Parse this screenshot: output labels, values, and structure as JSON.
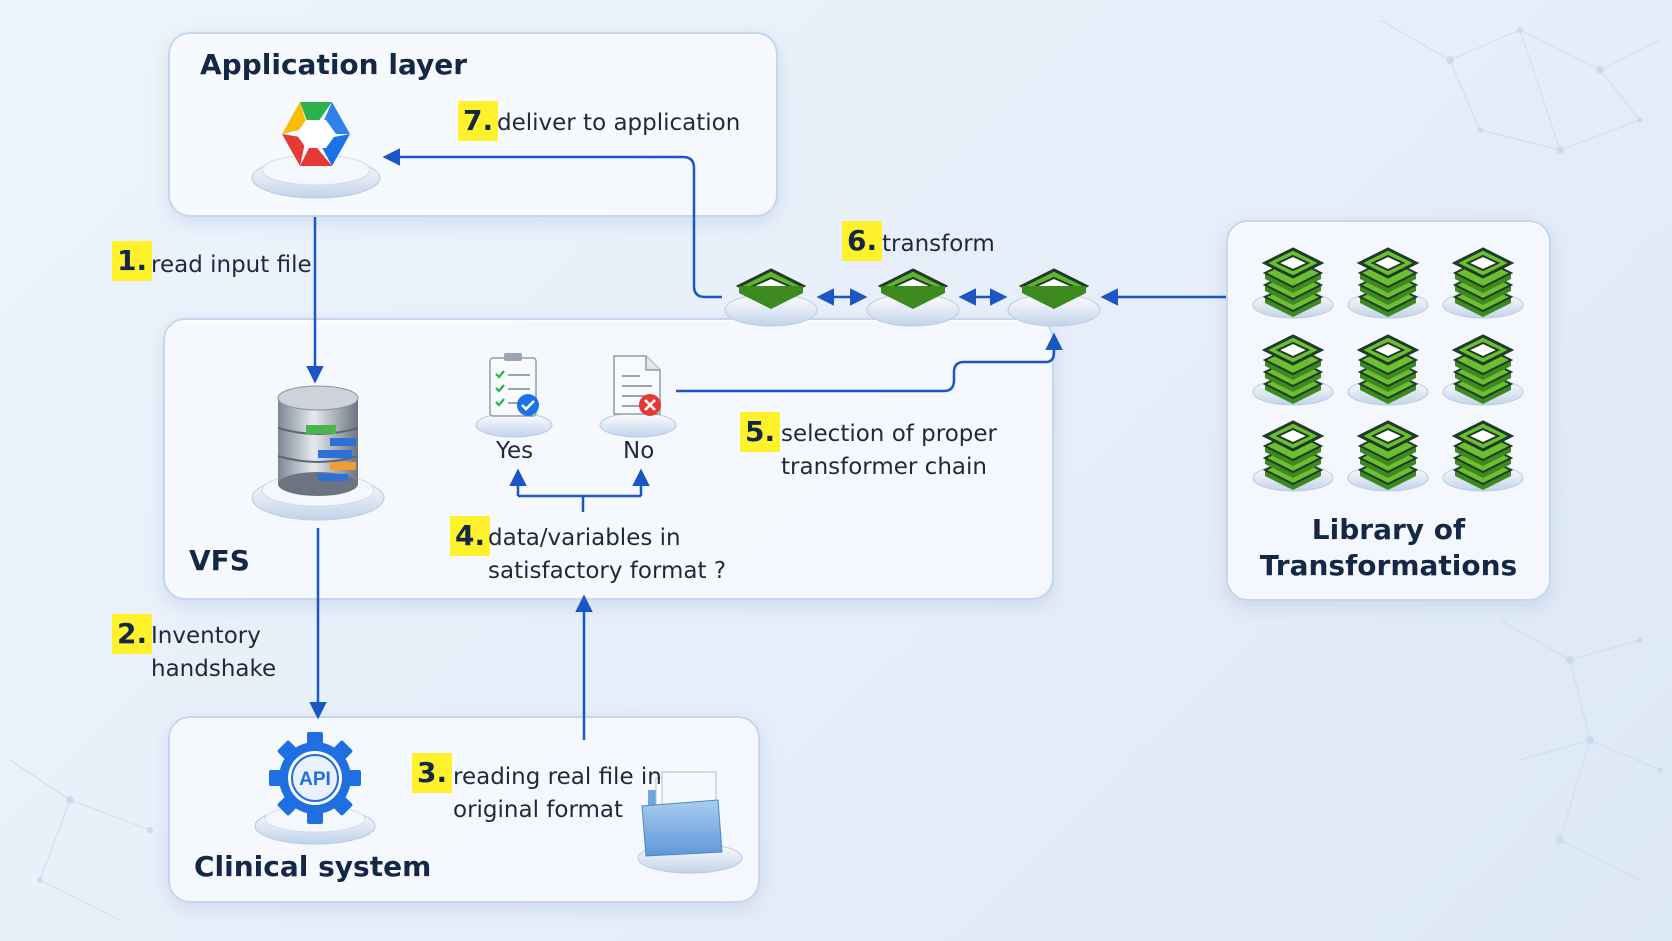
{
  "panels": {
    "application_layer": "Application layer",
    "vfs": "VFS",
    "clinical_system": "Clinical system",
    "library_line1": "Library of",
    "library_line2": "Transformations"
  },
  "steps": [
    {
      "num": "1.",
      "text": "read input file"
    },
    {
      "num": "2.",
      "line1": "Inventory",
      "line2": "handshake"
    },
    {
      "num": "3.",
      "line1": "reading real file in",
      "line2": "original format"
    },
    {
      "num": "4.",
      "line1": "data/variables in",
      "line2": "satisfactory format ?"
    },
    {
      "num": "5.",
      "line1": "selection of proper",
      "line2": "transformer chain"
    },
    {
      "num": "6.",
      "text": "transform"
    },
    {
      "num": "7.",
      "text": "deliver to application"
    }
  ],
  "decision": {
    "yes": "Yes",
    "no": "No"
  },
  "icons": {
    "api_label": "API",
    "application": "hexagon-app-icon",
    "database": "database-server-icon",
    "gear": "api-gear-icon",
    "folder": "folder-icon",
    "check_doc": "checklist-document-icon",
    "reject_doc": "rejected-document-icon",
    "transformer": "transformer-ring-icon",
    "transformer_stack": "transformer-stack-icon"
  },
  "colors": {
    "arrow": "#1a56c4",
    "highlight": "#fff22c",
    "transformer_green": "#5fb52c",
    "title": "#142744"
  }
}
